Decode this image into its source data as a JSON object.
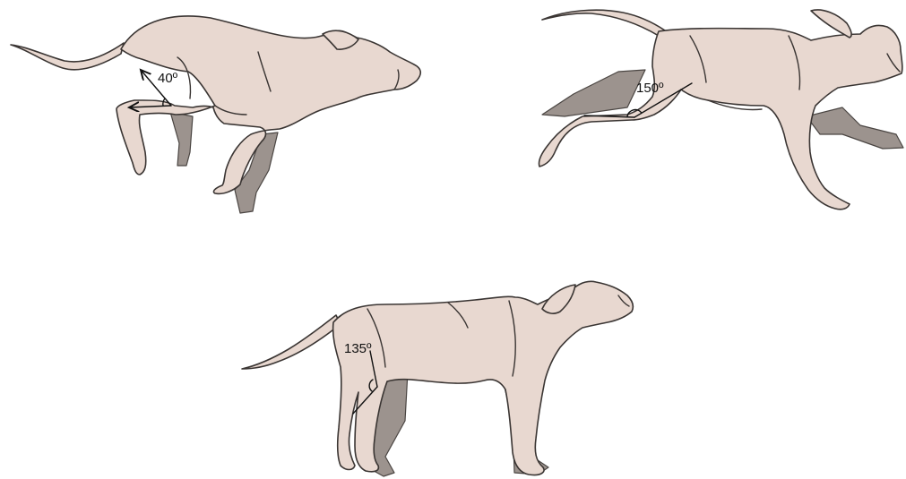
{
  "figures": [
    {
      "id": "galloping-dog-flexed",
      "hock_angle_label": "40º"
    },
    {
      "id": "galloping-dog-extended",
      "hock_angle_label": "150º"
    },
    {
      "id": "standing-dog",
      "hock_angle_label": "135º"
    }
  ],
  "colors": {
    "dog_body": "#e8d8d0",
    "far_legs_shadow": "#9c938e",
    "outline": "#3a3533",
    "angle_marker": "#111111"
  }
}
